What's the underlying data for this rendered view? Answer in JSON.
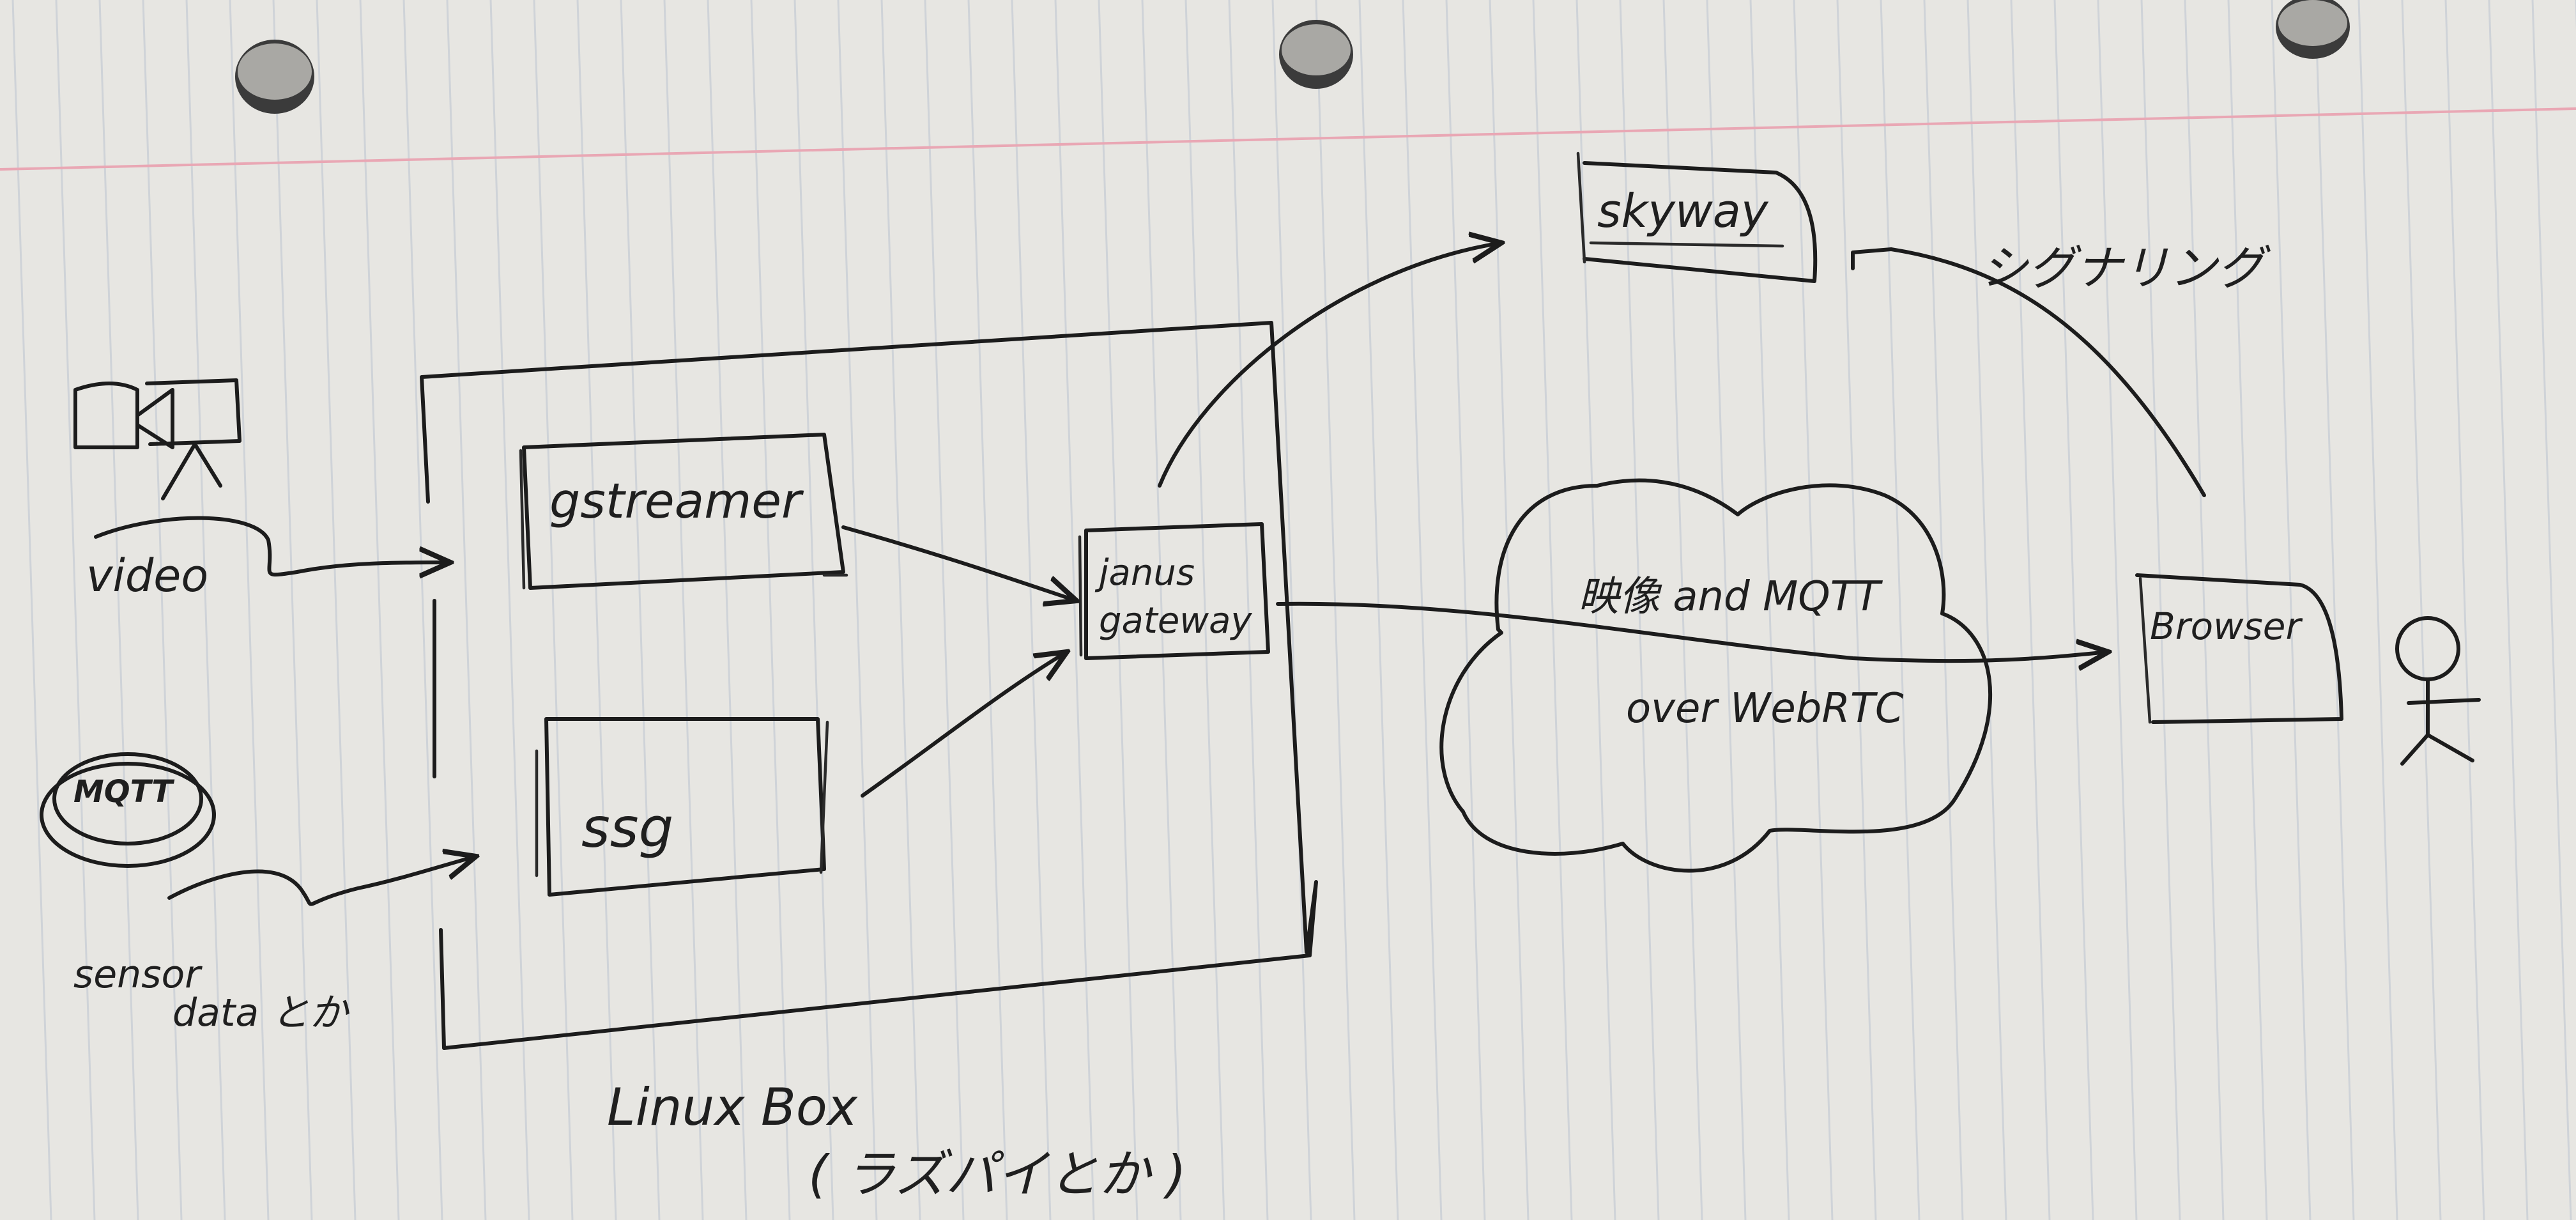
{
  "colors": {
    "paper": "#e7e6e2",
    "rule_line": "#cfd3d8",
    "margin_line": "#e9a7b4",
    "ink": "#1c1c1c"
  },
  "labels": {
    "video": "video",
    "mqtt": "MQTT",
    "sensor_line1": "sensor",
    "sensor_line2": "data とか",
    "gstreamer": "gstreamer",
    "ssg": "ssg",
    "janus_line1": "janus",
    "janus_line2": "gateway",
    "linux_box_line1": "Linux Box",
    "linux_box_line2": "( ラズパイとか )",
    "skyway": "skyway",
    "signaling": "シグナリング",
    "cloud_line1": "映像 and MQTT",
    "cloud_line2": "over WebRTC",
    "browser": "Browser"
  },
  "icons": [
    "video-camera-icon",
    "mqtt-disc-icon",
    "person-icon"
  ]
}
